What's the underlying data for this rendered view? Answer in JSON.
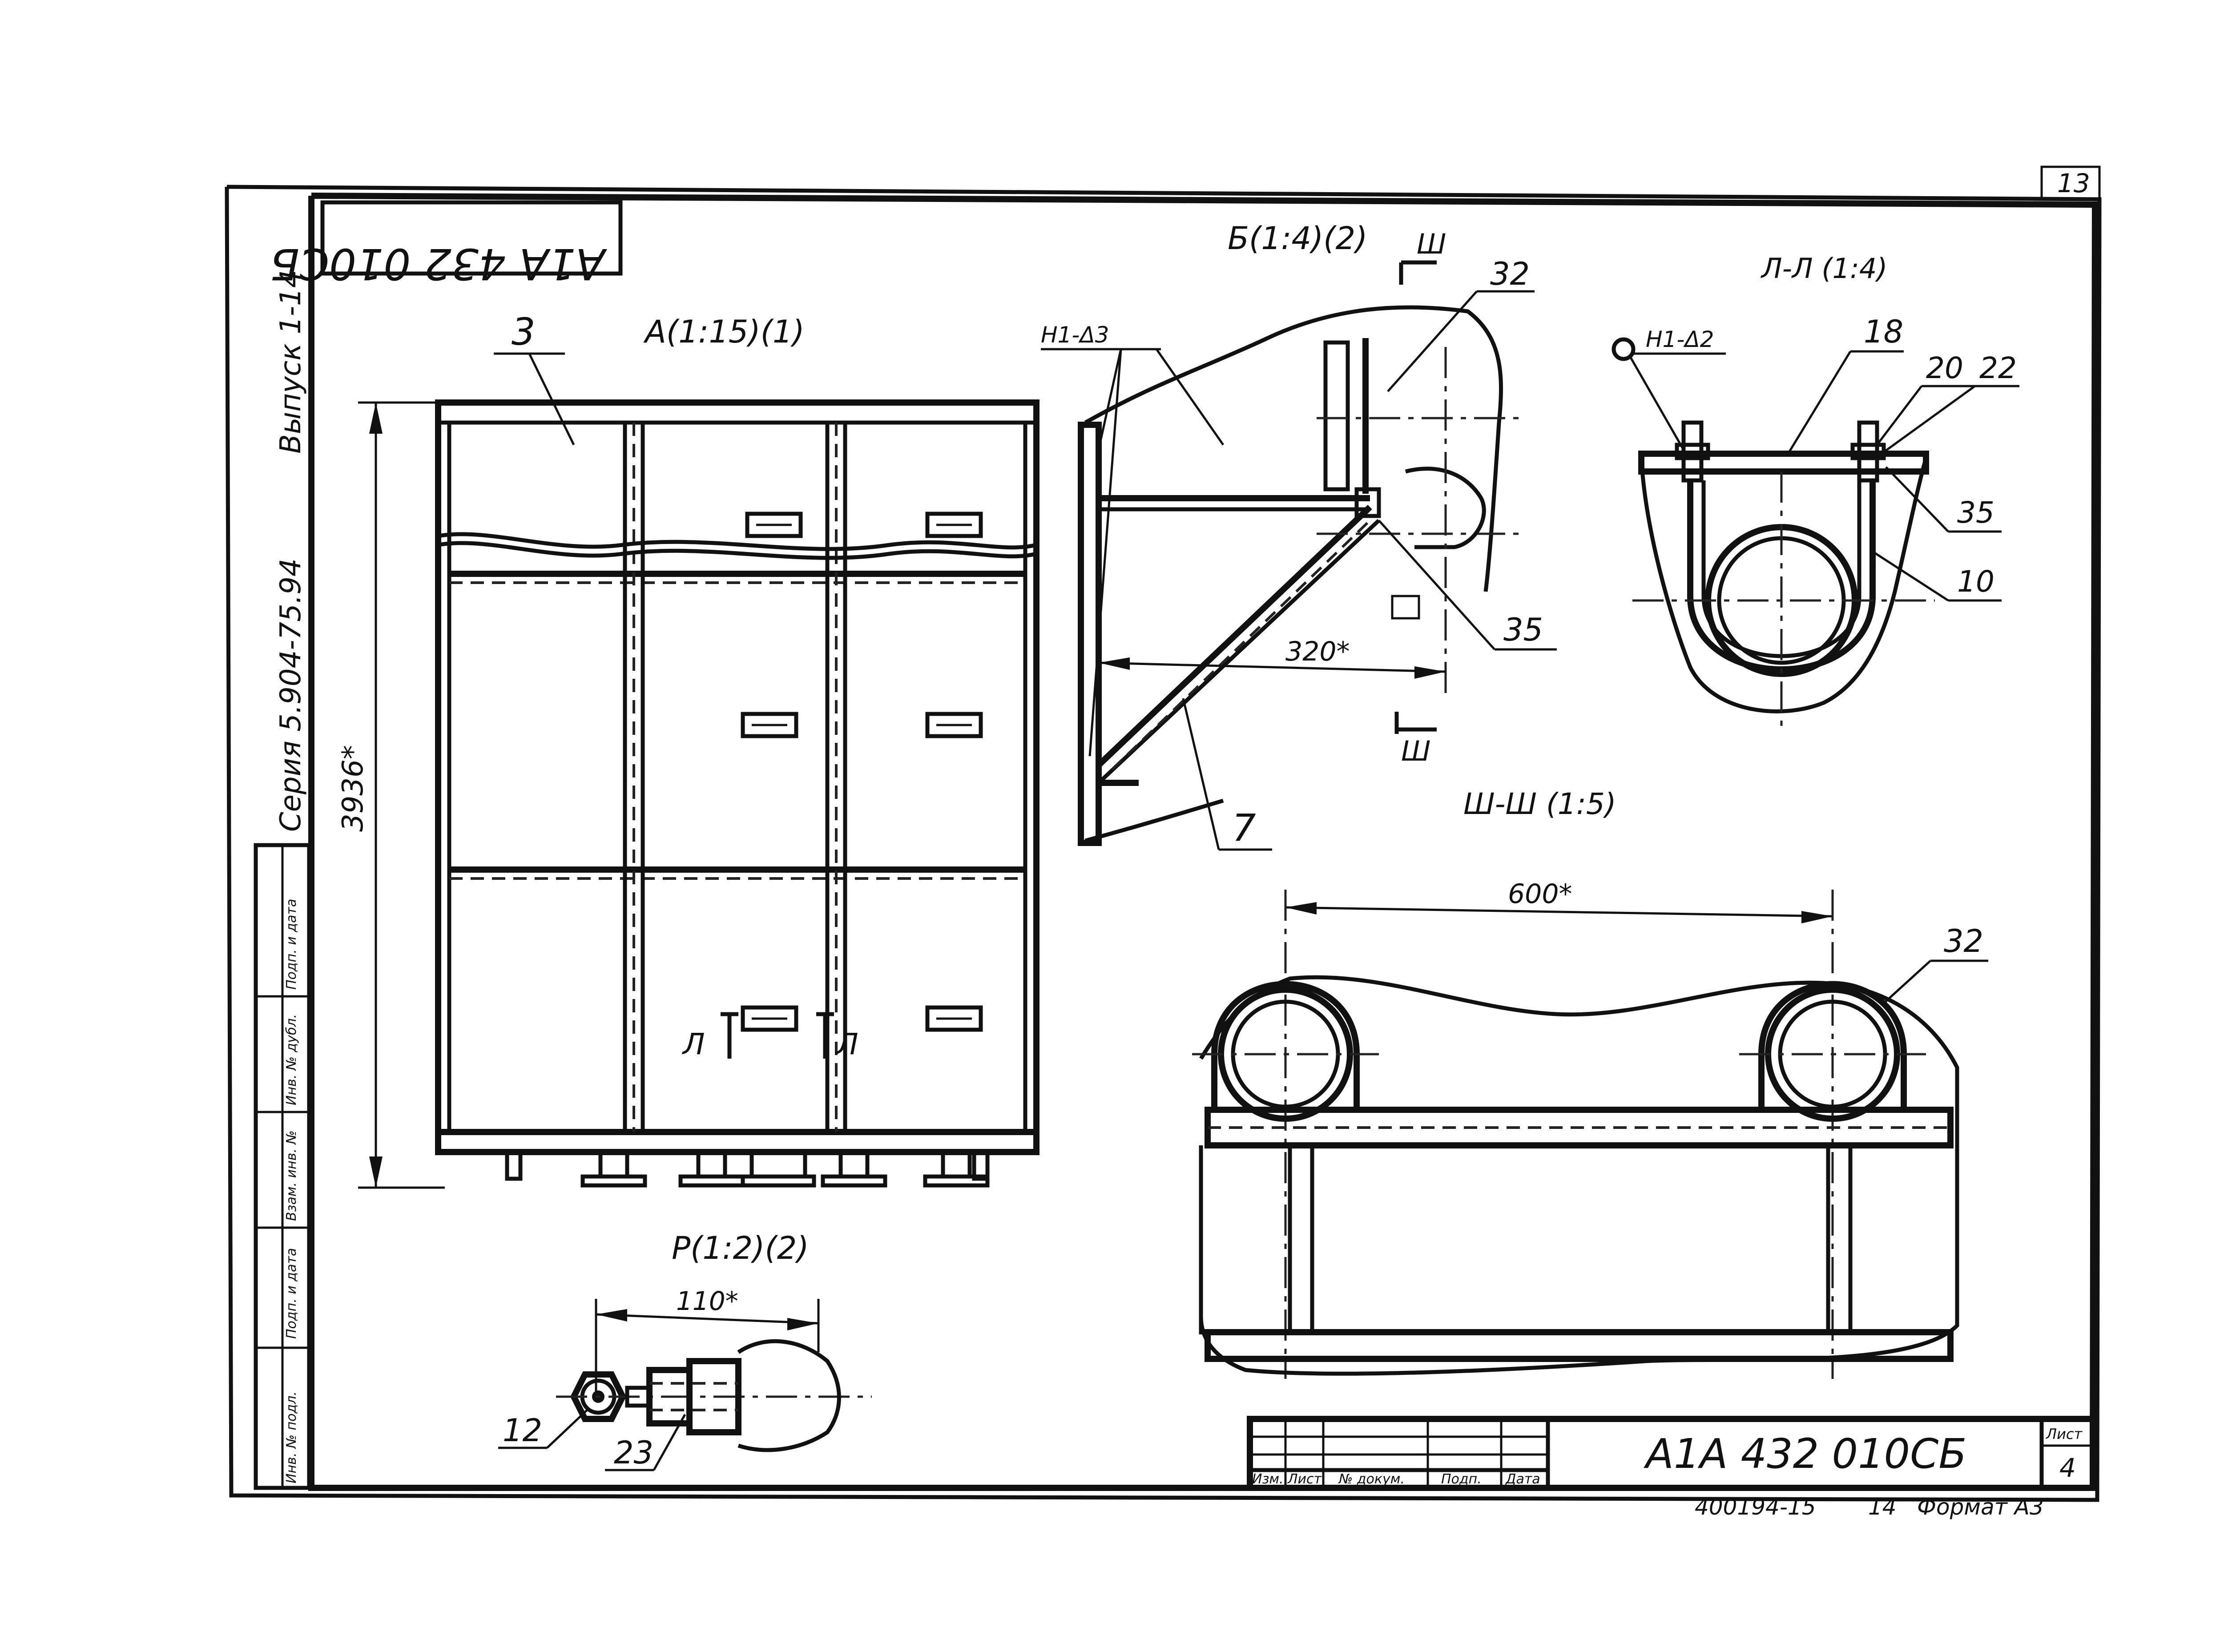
{
  "drawing": {
    "code": "A1A 432 010СБ",
    "code_rotated": "A1A 432 010СБ",
    "sheet_corner_number": "13",
    "series": "Серия 5.904-75.94",
    "issue": "Выпуск 1-14",
    "bottom_code": "400194-15",
    "bottom_num": "14",
    "format": "Формат А3",
    "sheet_label": "Лист",
    "sheet_num": "4"
  },
  "left_stamp": [
    "Инв. № подл.",
    "Подп. и дата",
    "Взам. инв. №",
    "Инв. № дубл.",
    "Подп. и дата"
  ],
  "title_block": {
    "cols": [
      "Изм.",
      "Лист",
      "№ докум.",
      "Подп.",
      "Дата"
    ]
  },
  "views": {
    "a": "A(1:15)(1)",
    "b": "Б(1:4)(2)",
    "ll": "Л-Л (1:4)",
    "shsh": "Ш-Ш (1:5)",
    "p": "Р(1:2)(2)"
  },
  "callouts": {
    "a_3": "3",
    "b_32": "32",
    "b_35": "35",
    "b_7": "7",
    "ll_18": "18",
    "ll_20": "20",
    "ll_22": "22",
    "ll_35": "35",
    "ll_10": "10",
    "sh_32": "32",
    "p_12": "12",
    "p_23": "23"
  },
  "dimensions": {
    "a_height": "3936*",
    "b_width": "320*",
    "sh_width": "600*",
    "p_width": "110*"
  },
  "welds": {
    "b": "Н1-Δ3",
    "ll": "Н1-Δ2"
  },
  "section_marks": {
    "sh": "Ш",
    "l": "Л"
  }
}
